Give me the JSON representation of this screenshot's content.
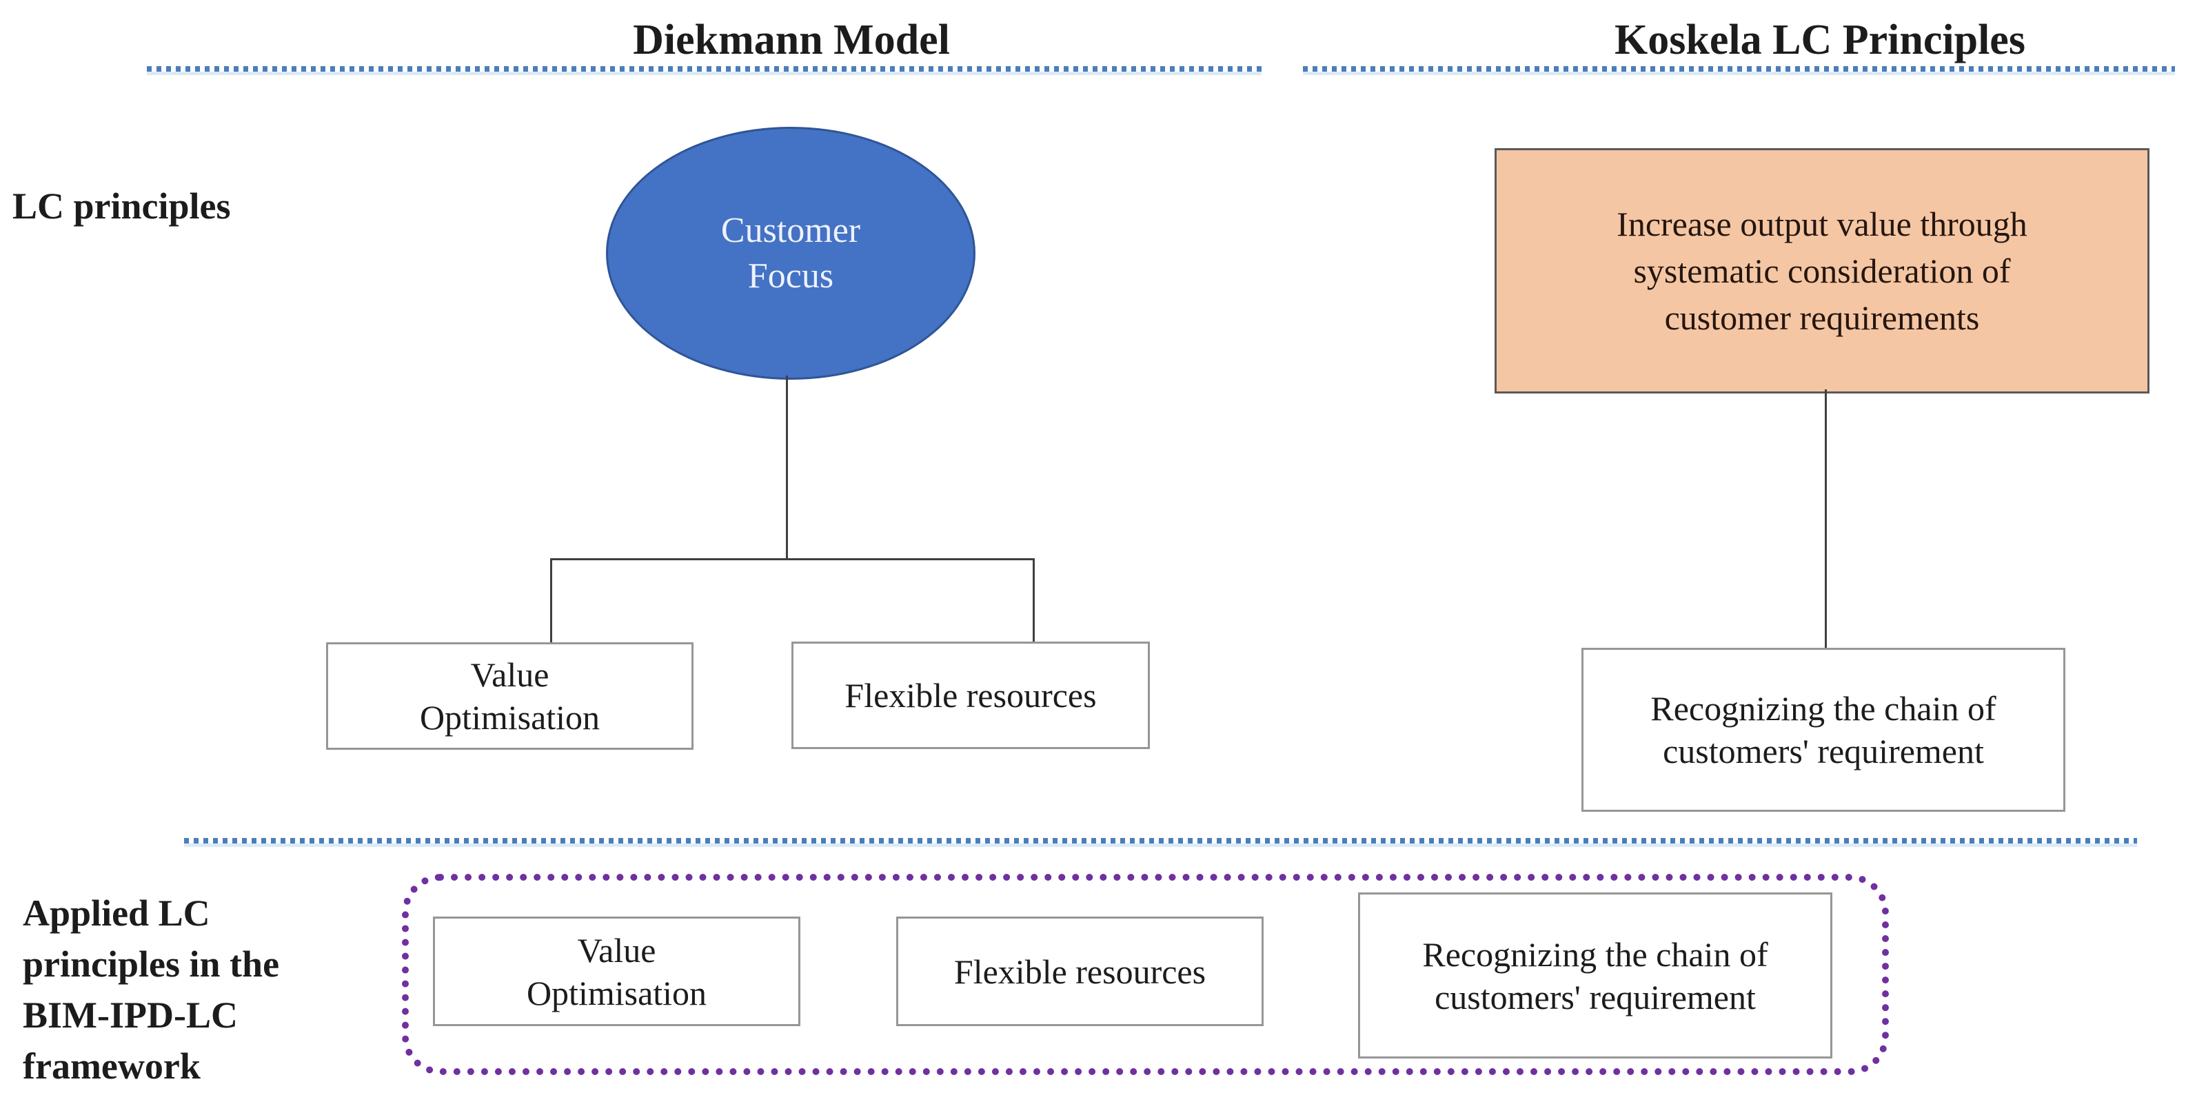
{
  "colors": {
    "ellipse-fill": "#4472C4",
    "ellipse-border": "#2F5597",
    "orange-fill": "#F5C6A3",
    "orange-border": "#595959",
    "box-border": "#969696",
    "connector": "#3F3F3F",
    "divider-dot": "#4A7EBB",
    "purple-dot": "#7030A0",
    "text": "#1C1C1C"
  },
  "headers": {
    "diekmann": "Diekmann Model",
    "koskela": "Koskela LC Principles"
  },
  "row_labels": {
    "lc_principles": "LC principles",
    "applied": "Applied LC\nprinciples in the\nBIM-IPD-LC\nframework"
  },
  "diekmann": {
    "root": "Customer\nFocus",
    "children": {
      "value": "Value\nOptimisation",
      "flexible": "Flexible resources"
    }
  },
  "koskela": {
    "principle": "Increase output value through\nsystematic consideration of\ncustomer requirements",
    "application": "Recognizing the chain of\ncustomers' requirement"
  },
  "framework": {
    "items": {
      "value": "Value\nOptimisation",
      "flexible": "Flexible resources",
      "recognizing": "Recognizing the chain of\ncustomers' requirement"
    }
  }
}
